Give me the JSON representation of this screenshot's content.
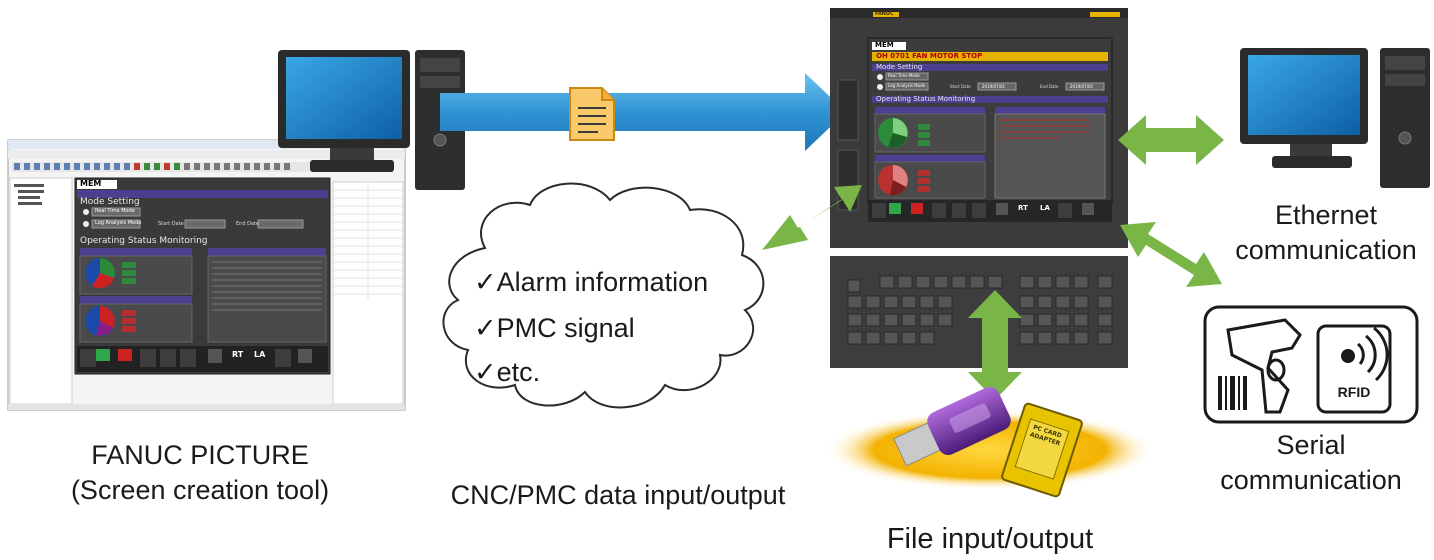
{
  "labels": {
    "fanuc_picture_line1": "FANUC PICTURE",
    "fanuc_picture_line2": "(Screen creation tool)",
    "cnc_pmc": "CNC/PMC data input/output",
    "file_io": "File input/output",
    "ethernet_line1": "Ethernet",
    "ethernet_line2": "communication",
    "serial_line1": "Serial",
    "serial_line2": "communication"
  },
  "cloud": {
    "items": [
      {
        "check": "✓",
        "text": "Alarm information"
      },
      {
        "check": "✓",
        "text": "PMC signal"
      },
      {
        "check": "✓",
        "text": "etc."
      }
    ]
  },
  "tool_window": {
    "mode_badge": "MEM",
    "mode_setting_title": "Mode Setting",
    "mode_1": "Real Time Mode",
    "mode_2": "Log Analysis Mode",
    "start_label": "Start Date",
    "end_label": "End Date",
    "monitoring_title": "Operating Status Monitoring",
    "btn_rt": "RT",
    "btn_la": "LA"
  },
  "cnc_panel": {
    "brand": "FANUC",
    "mode_badge": "MEM",
    "alarm_line": "OH 0701 FAN MOTOR STOP",
    "mode_setting_title": "Mode Setting",
    "mode_1": "Real Time Mode",
    "mode_2": "Log Analysis Mode",
    "start_label": "Start Date",
    "end_label": "End Date",
    "start_value": "2019/07/01",
    "end_value": "2019/07/05",
    "monitoring_title": "Operating Status Monitoring",
    "btn_rt": "RT",
    "btn_la": "LA"
  },
  "devices": {
    "rfid_label": "RFID",
    "pc_card_label": "PC CARD ADAPTER"
  },
  "colors": {
    "blue_arrow": "#3a9ad9",
    "green_arrow": "#7ab548",
    "panel_dark": "#3a3a3a",
    "purple_bar": "#4b3f8f",
    "orange_ellipse": "#f0a500"
  }
}
